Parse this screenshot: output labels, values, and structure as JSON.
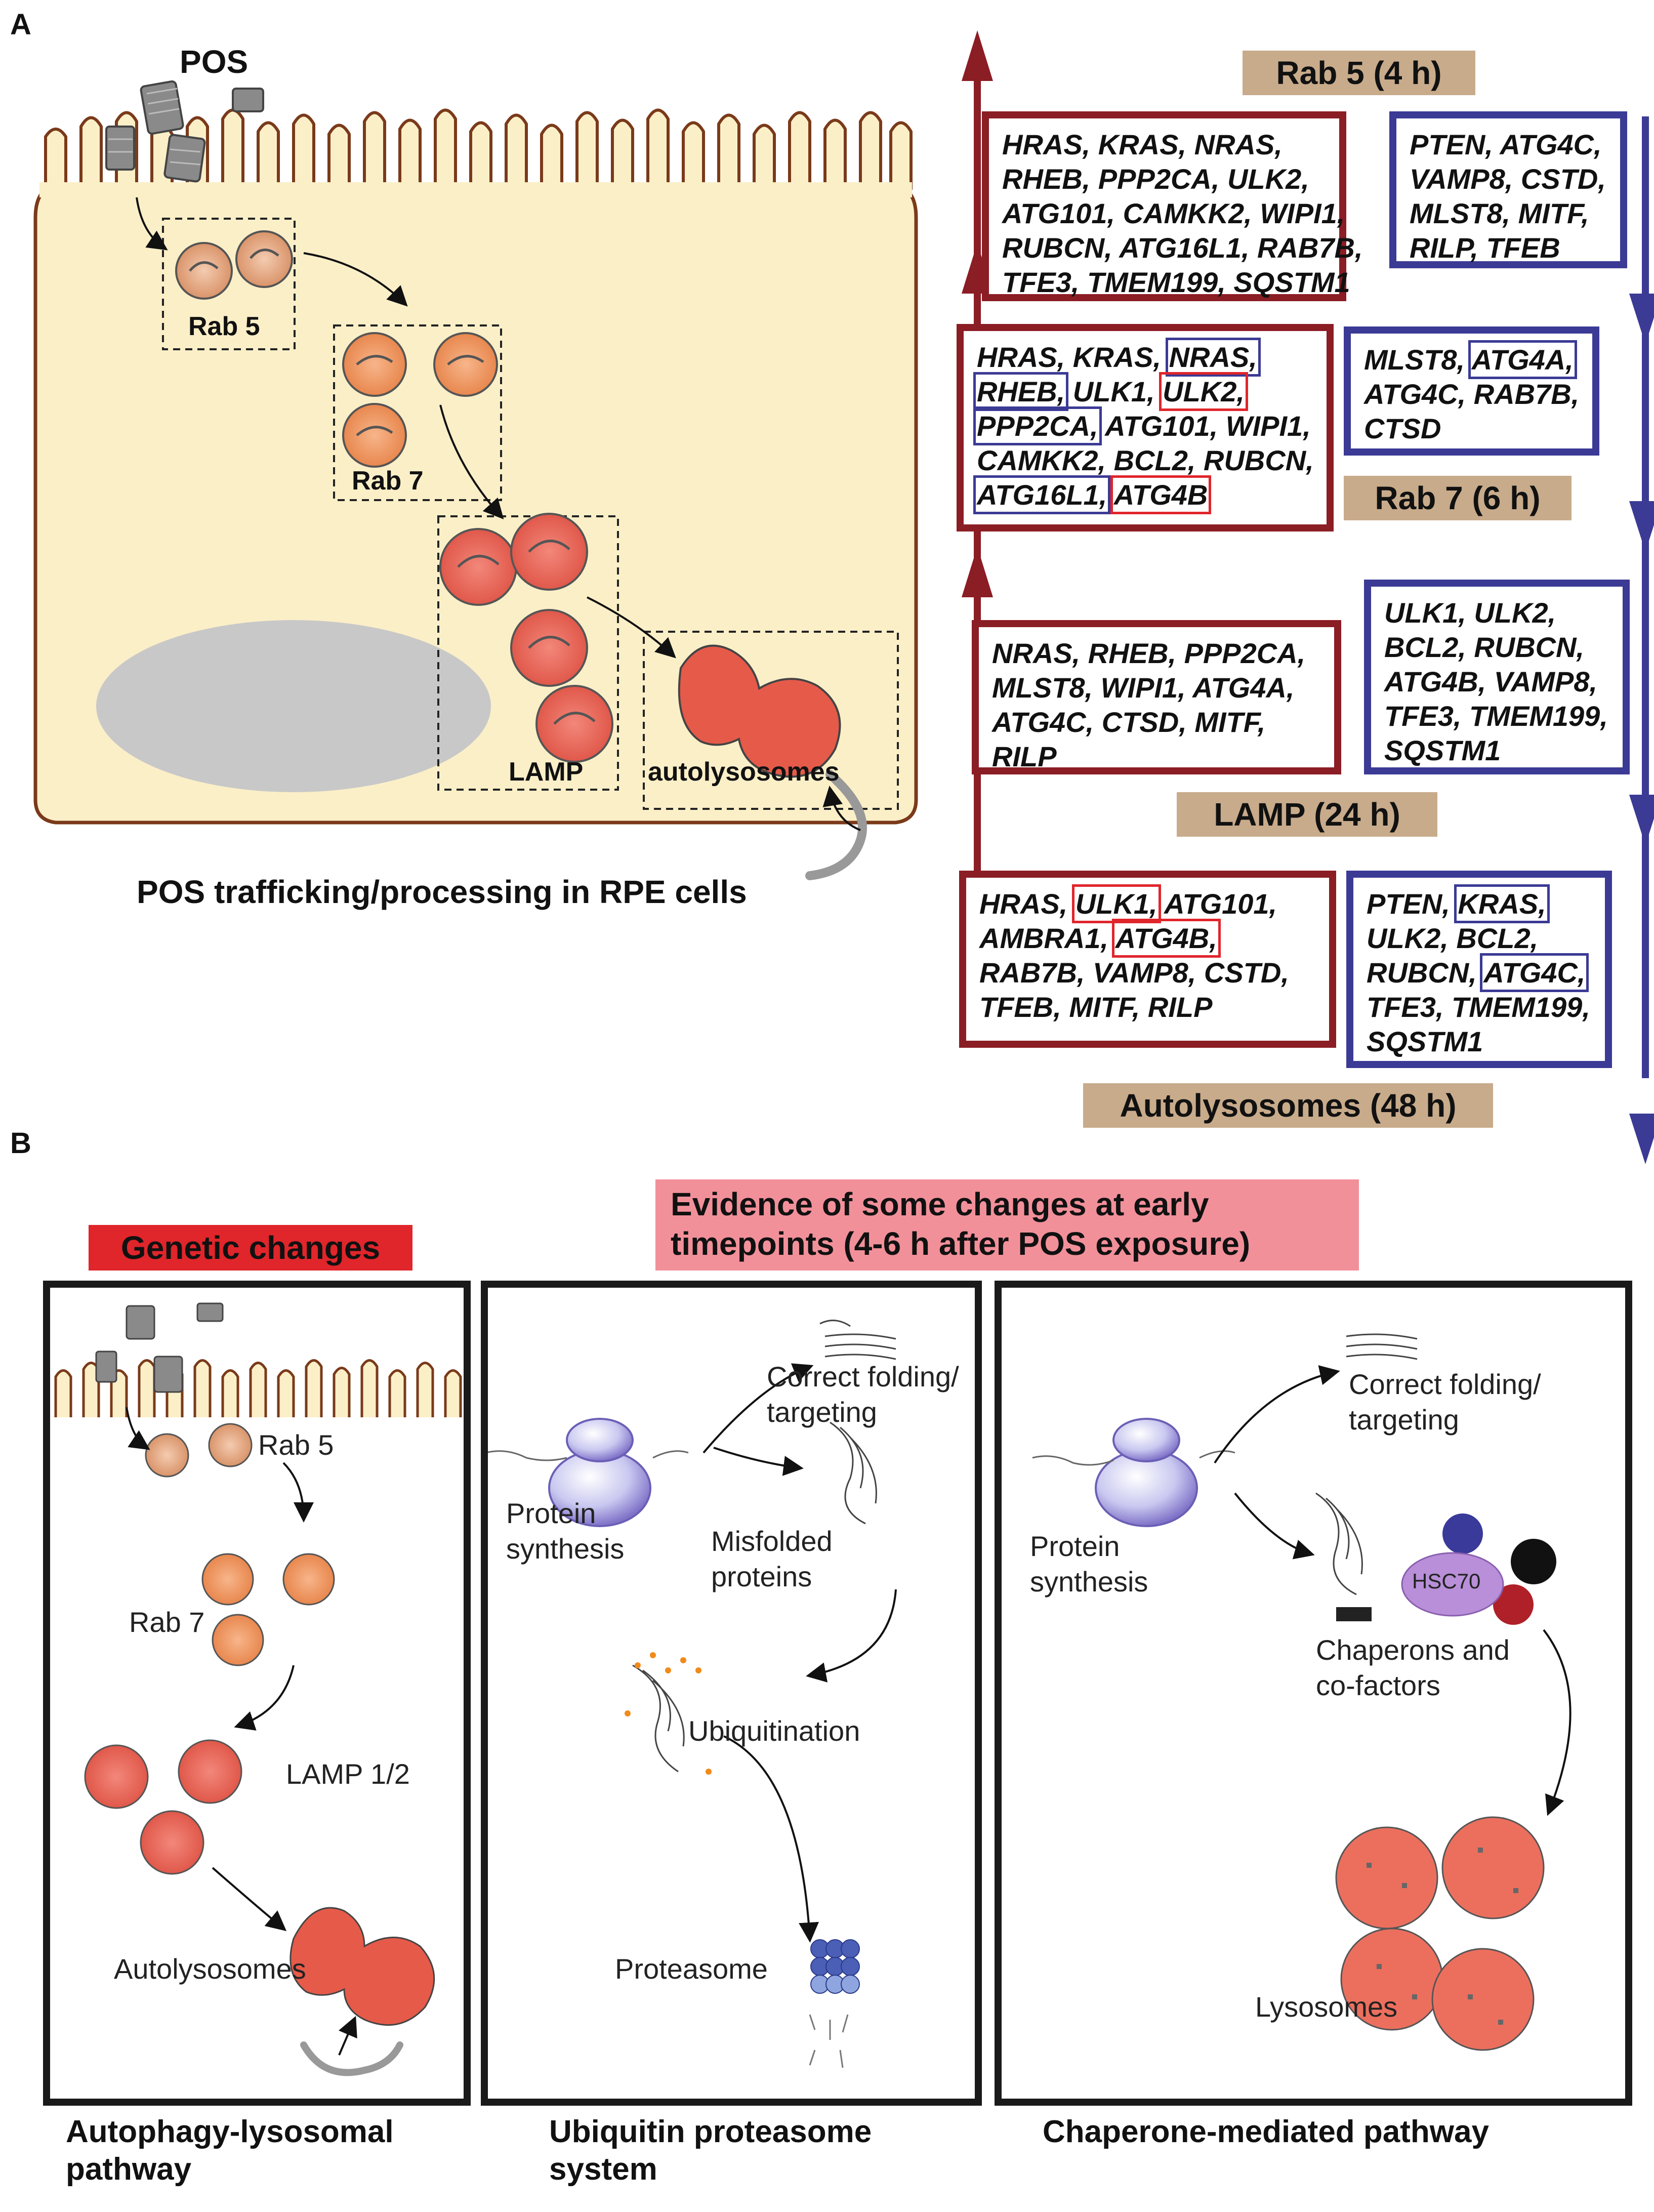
{
  "panel_a": {
    "letter": "A",
    "pos_label": "POS",
    "cell_labels": {
      "rab5": "Rab 5",
      "rab7": "Rab 7",
      "lamp": "LAMP",
      "autolysosomes": "autolysosomes"
    },
    "caption": "POS trafficking/processing in RPE cells",
    "timepoints": [
      {
        "tag": "Rab 5 (4 h)",
        "up_genes": [
          [
            {
              "t": "HRAS, KRAS, NRAS,"
            }
          ],
          [
            {
              "t": "RHEB, PPP2CA, ULK2,"
            }
          ],
          [
            {
              "t": "ATG101, CAMKK2, WIPI1,"
            }
          ],
          [
            {
              "t": "RUBCN, ATG16L1, RAB7B,"
            }
          ],
          [
            {
              "t": "TFE3, TMEM199, SQSTM1"
            }
          ]
        ],
        "down_genes": [
          [
            {
              "t": "PTEN, ATG4C,"
            }
          ],
          [
            {
              "t": "VAMP8, CSTD,"
            }
          ],
          [
            {
              "t": "MLST8, MITF,"
            }
          ],
          [
            {
              "t": "RILP, TFEB"
            }
          ]
        ]
      },
      {
        "tag": "Rab 7 (6 h)",
        "up_genes": [
          [
            {
              "t": "HRAS, KRAS, "
            },
            {
              "t": "NRAS,",
              "hl": "b"
            }
          ],
          [
            {
              "t": "RHEB,",
              "hl": "b"
            },
            {
              "t": " ULK1, "
            },
            {
              "t": "ULK2,",
              "hl": "r"
            }
          ],
          [
            {
              "t": "PPP2CA,",
              "hl": "b"
            },
            {
              "t": " ATG101, WIPI1,"
            }
          ],
          [
            {
              "t": "CAMKK2, BCL2, RUBCN,"
            }
          ],
          [
            {
              "t": "ATG16L1,",
              "hl": "b"
            },
            {
              "t": " "
            },
            {
              "t": "ATG4B",
              "hl": "r"
            }
          ]
        ],
        "down_genes": [
          [
            {
              "t": "MLST8, "
            },
            {
              "t": "ATG4A,",
              "hl": "b"
            }
          ],
          [
            {
              "t": "ATG4C, RAB7B,"
            }
          ],
          [
            {
              "t": "CTSD"
            }
          ]
        ]
      },
      {
        "tag": "LAMP (24 h)",
        "up_genes": [
          [
            {
              "t": "NRAS, RHEB, PPP2CA,"
            }
          ],
          [
            {
              "t": "MLST8, WIPI1, ATG4A,"
            }
          ],
          [
            {
              "t": "ATG4C, CTSD, MITF,"
            }
          ],
          [
            {
              "t": "RILP"
            }
          ]
        ],
        "down_genes": [
          [
            {
              "t": "ULK1, ULK2,"
            }
          ],
          [
            {
              "t": "BCL2, RUBCN,"
            }
          ],
          [
            {
              "t": "ATG4B, VAMP8,"
            }
          ],
          [
            {
              "t": "TFE3, TMEM199,"
            }
          ],
          [
            {
              "t": "SQSTM1"
            }
          ]
        ]
      },
      {
        "tag": "Autolysosomes (48 h)",
        "up_genes": [
          [
            {
              "t": "HRAS, "
            },
            {
              "t": "ULK1,",
              "hl": "r"
            },
            {
              "t": " ATG101,"
            }
          ],
          [
            {
              "t": "AMBRA1, "
            },
            {
              "t": "ATG4B,",
              "hl": "r"
            }
          ],
          [
            {
              "t": "RAB7B, VAMP8, CSTD,"
            }
          ],
          [
            {
              "t": "TFEB, MITF, RILP"
            }
          ]
        ],
        "down_genes": [
          [
            {
              "t": "PTEN, "
            },
            {
              "t": "KRAS,",
              "hl": "b"
            }
          ],
          [
            {
              "t": "ULK2, BCL2,"
            }
          ],
          [
            {
              "t": "RUBCN, "
            },
            {
              "t": "ATG4C,",
              "hl": "b"
            }
          ],
          [
            {
              "t": "TFE3, TMEM199,"
            }
          ],
          [
            {
              "t": "SQSTM1"
            }
          ]
        ]
      }
    ]
  },
  "panel_b": {
    "letter": "B",
    "genetic_changes": "Genetic changes",
    "evidence": [
      "Evidence of some changes at early",
      "timepoints (4-6 h after POS exposure)"
    ],
    "autophagy": {
      "rab5": "Rab 5",
      "rab7": "Rab 7",
      "lamp": "LAMP 1/2",
      "autolysosomes": "Autolysosomes",
      "caption": [
        "Autophagy-lysosomal",
        "pathway"
      ]
    },
    "ubiquitin": {
      "correct": [
        "Correct folding/",
        "targeting"
      ],
      "synthesis": [
        "Protein",
        "synthesis"
      ],
      "misfolded": [
        "Misfolded",
        "proteins"
      ],
      "ubiquitination": "Ubiquitination",
      "proteasome": "Proteasome",
      "caption": [
        "Ubiquitin proteasome",
        "system"
      ]
    },
    "chaperone": {
      "correct": [
        "Correct folding/",
        "targeting"
      ],
      "synthesis": [
        "Protein",
        "synthesis"
      ],
      "hsc70": "HSC70",
      "chaperons": [
        "Chaperons and",
        "co-factors"
      ],
      "lysosomes": "Lysosomes",
      "caption": "Chaperone-mediated pathway"
    }
  },
  "colors": {
    "up_arrow": "#8b1d24",
    "down_arrow": "#3b3a95",
    "cell": "#fbefc8",
    "cell_border": "#7a3a1a",
    "tag": "#c8ab8b",
    "genetic": "#e0252b",
    "evidence": "#f2909a"
  }
}
